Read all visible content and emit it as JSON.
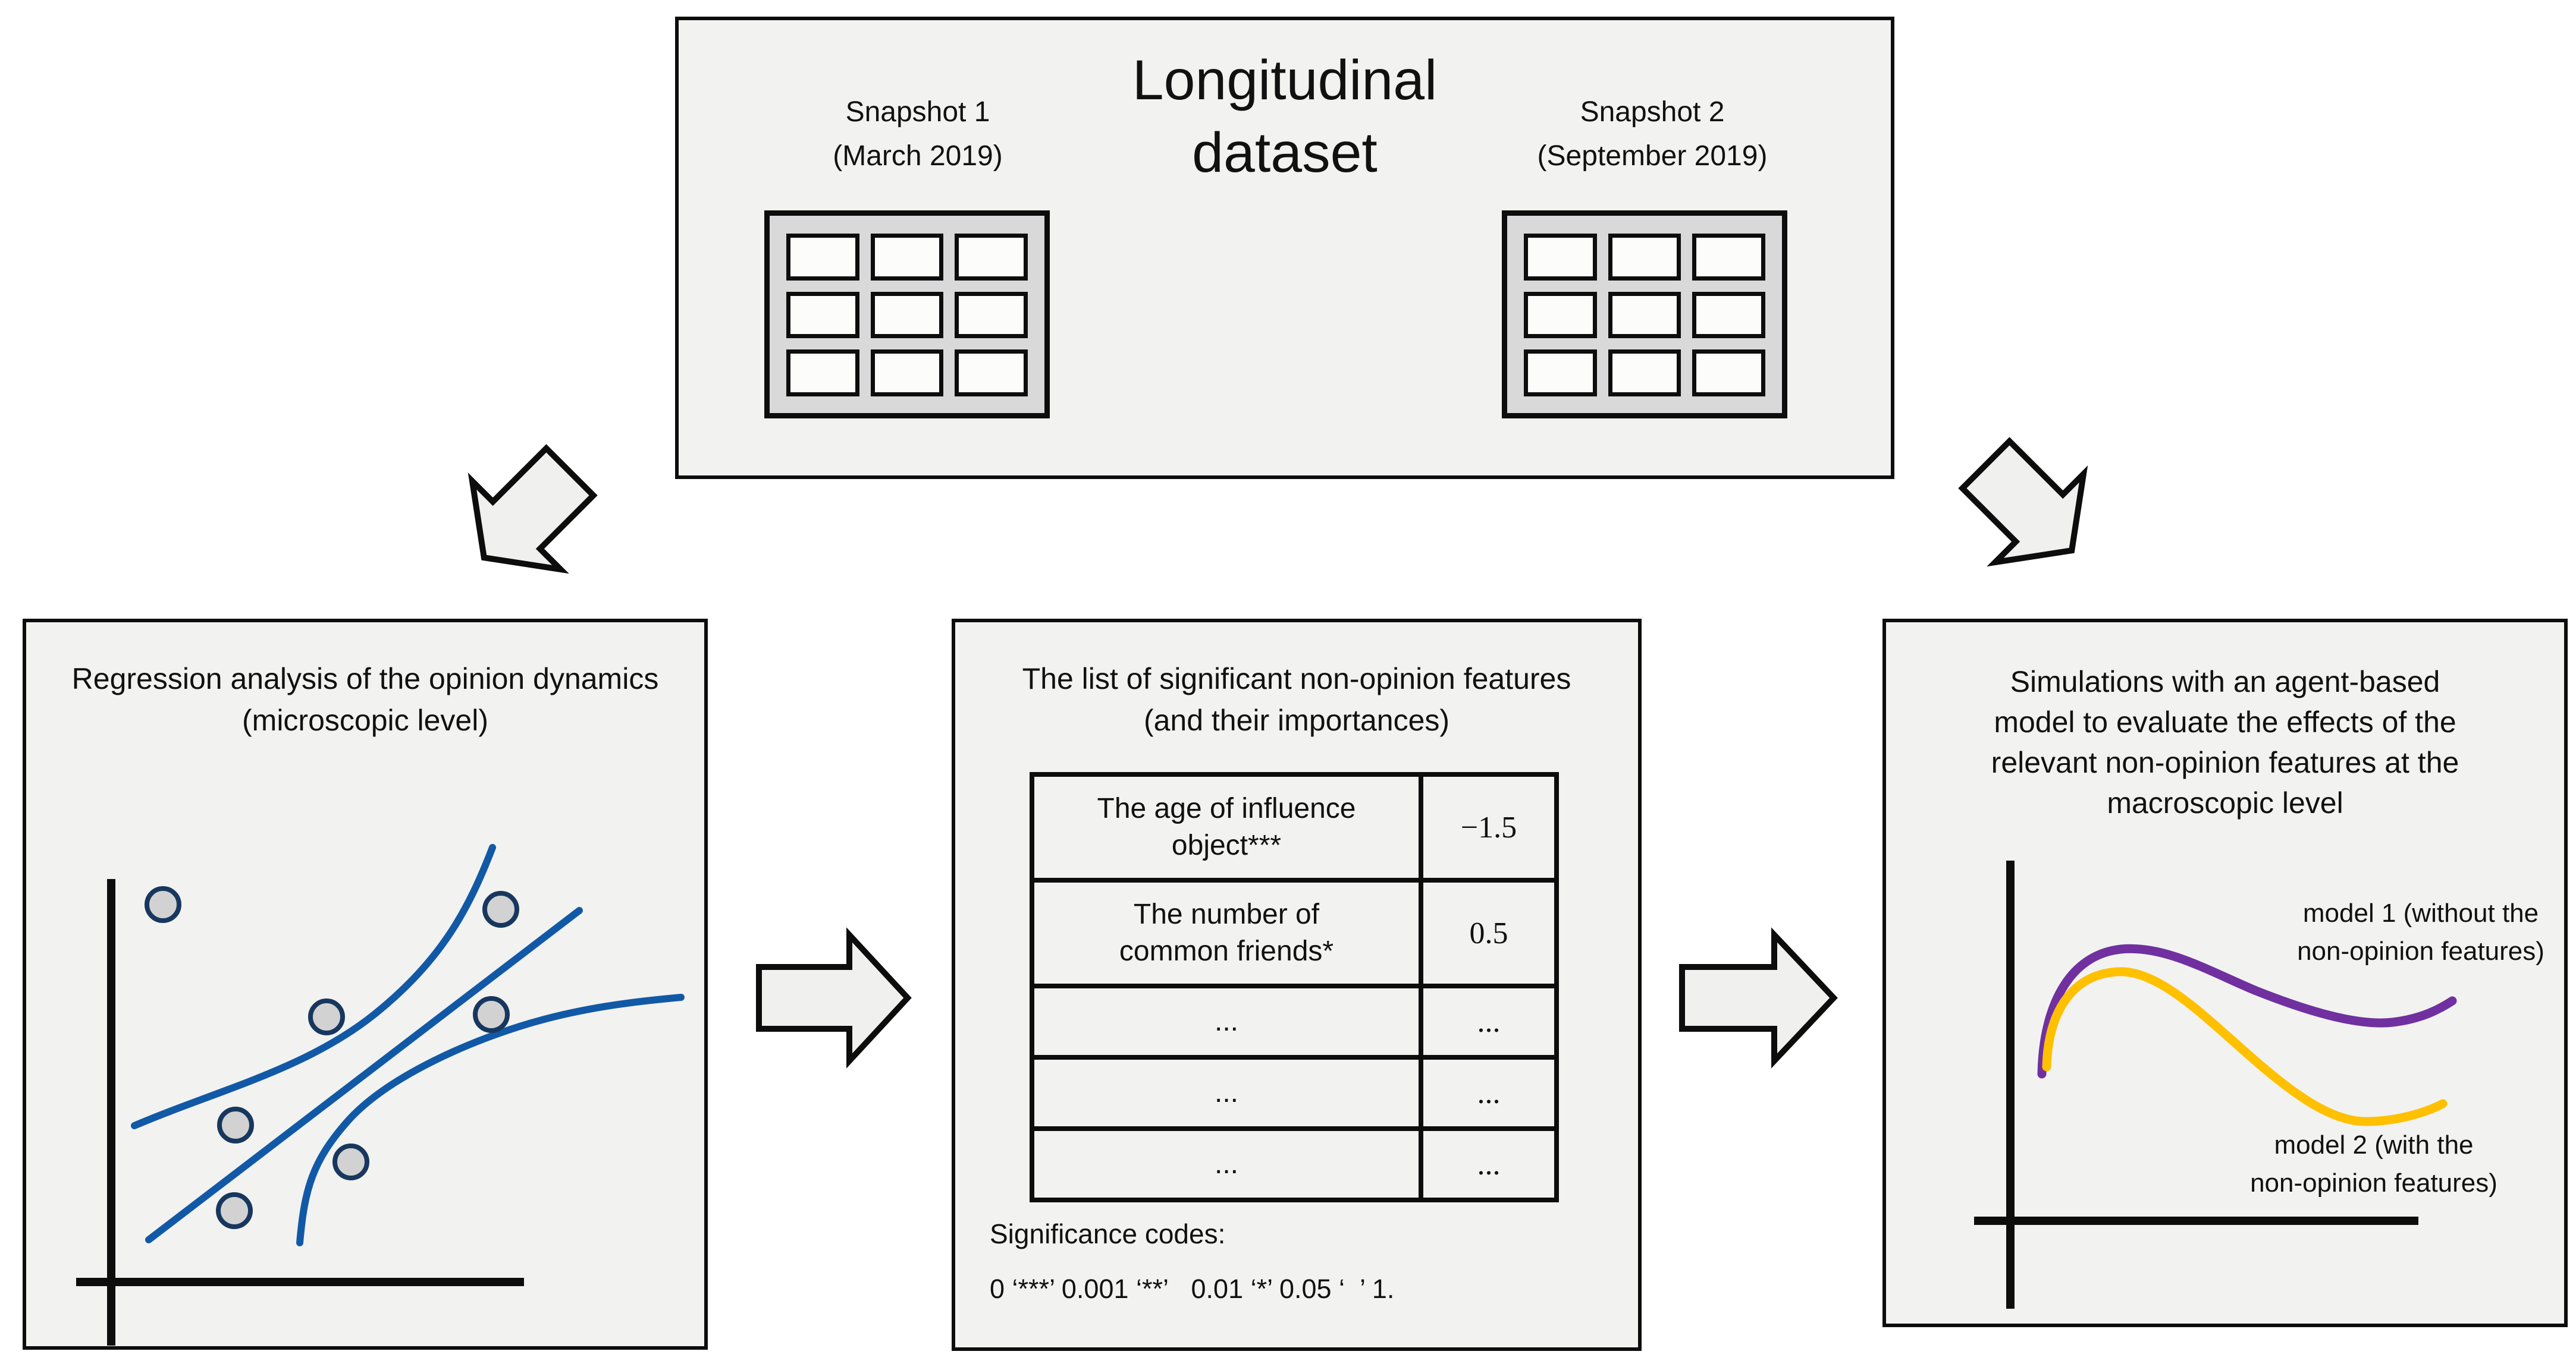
{
  "top_box": {
    "title_lines": [
      "Longitudinal",
      "dataset"
    ],
    "snapshot1_lines": [
      "Snapshot 1",
      "(March 2019)"
    ],
    "snapshot2_lines": [
      "Snapshot 2",
      "(September 2019)"
    ]
  },
  "left_box": {
    "title_lines": [
      "Regression analysis of the opinion dynamics",
      "(microscopic level)"
    ]
  },
  "middle_box": {
    "title_lines": [
      "The list of significant non-opinion features",
      "(and their importances)"
    ],
    "table_rows": [
      {
        "feature_lines": [
          "The age of influence",
          "object***"
        ],
        "value": "−1.5"
      },
      {
        "feature_lines": [
          "The number of",
          "common friends*"
        ],
        "value": "0.5"
      },
      {
        "feature_lines": [
          "..."
        ],
        "value": "..."
      },
      {
        "feature_lines": [
          "..."
        ],
        "value": "..."
      },
      {
        "feature_lines": [
          "..."
        ],
        "value": "..."
      }
    ],
    "significance_label": "Significance codes:",
    "significance_codes": "0 ‘***’ 0.001 ‘**’   0.01 ‘*’ 0.05 ‘  ’ 1."
  },
  "right_box": {
    "title_lines": [
      "Simulations with an agent-based",
      "model to evaluate the effects of the",
      "relevant non-opinion features at the",
      "macroscopic level"
    ],
    "model1_label_lines": [
      "model 1 (without the",
      "non-opinion features)"
    ],
    "model2_label_lines": [
      "model 2 (with the",
      "non-opinion features)"
    ]
  },
  "colors": {
    "panel_fill": "#f2f2f0",
    "panel_border": "#0d0d0d",
    "arrow_fill": "#f0f0ee",
    "icon_gray": "#d9d9d9",
    "icon_cell": "#fcfcfa",
    "regression_blue": "#1159a6",
    "point_fill": "#d2d2d2",
    "point_stroke": "#17375e",
    "model1_purple": "#7030a0",
    "model2_yellow": "#ffc000"
  }
}
